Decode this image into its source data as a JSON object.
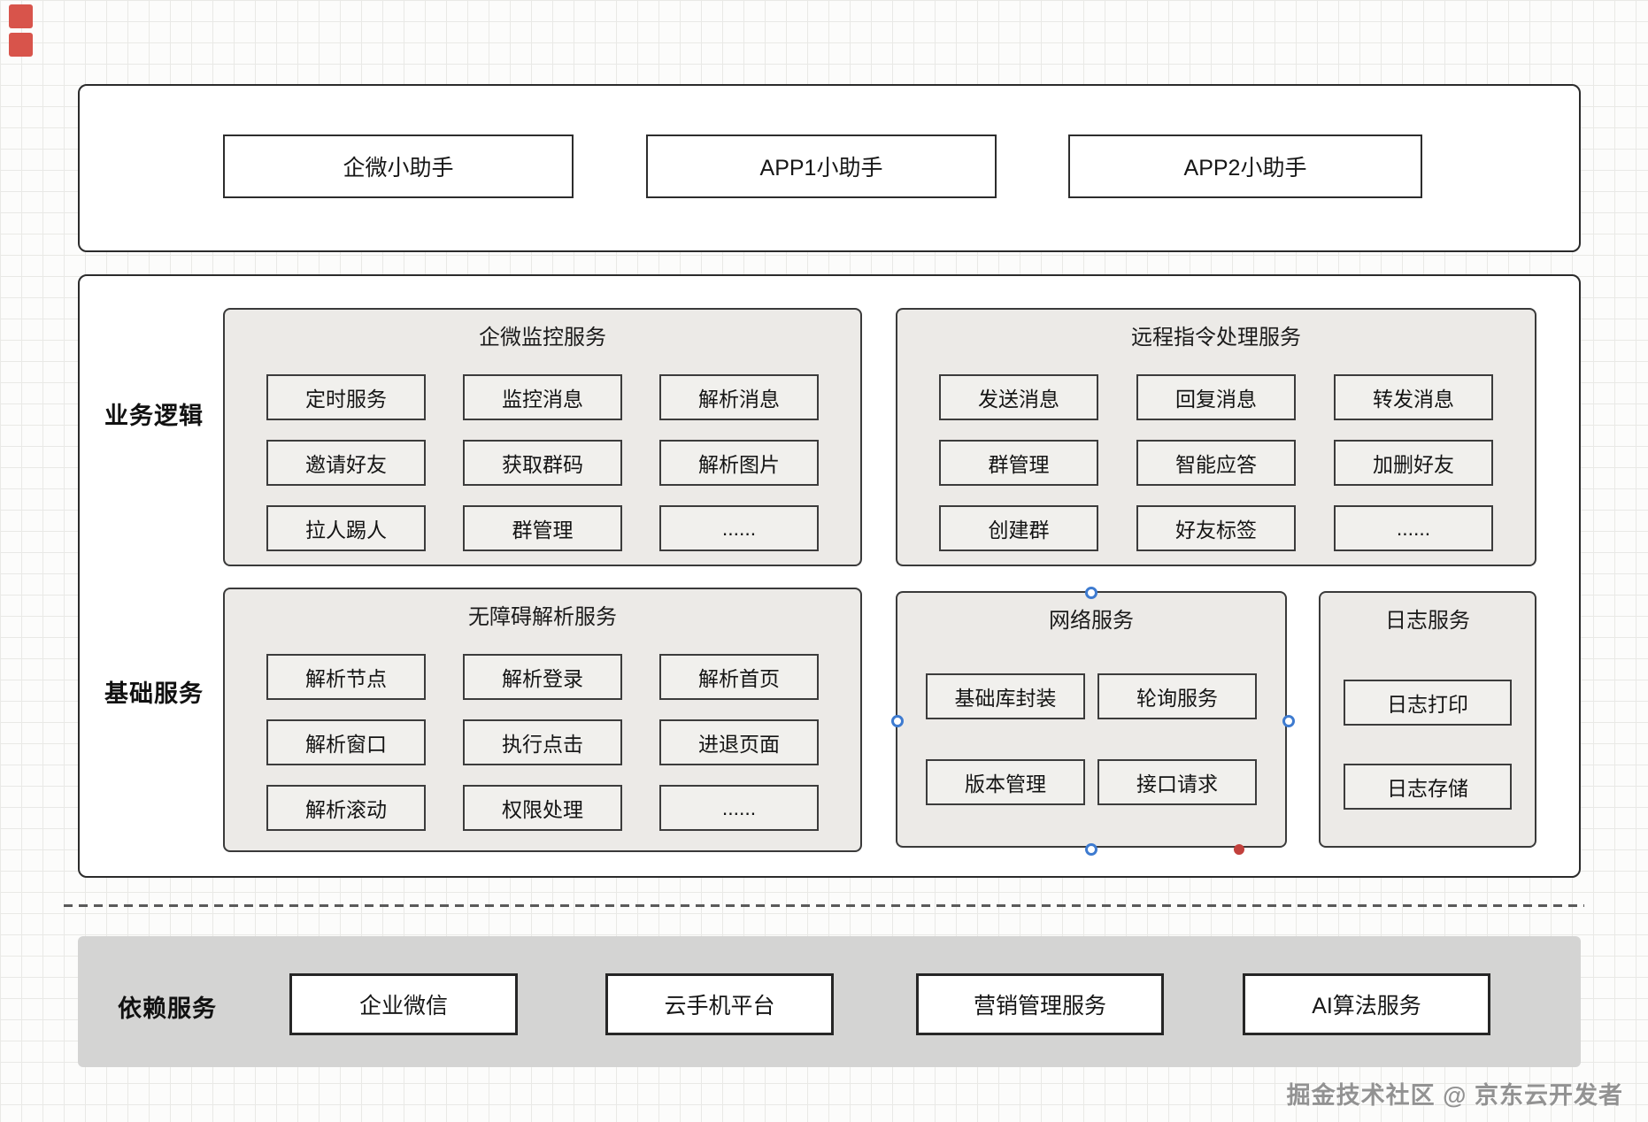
{
  "top_section": {
    "items": [
      "企微小助手",
      "APP1小助手",
      "APP2小助手"
    ]
  },
  "main_section": {
    "row_labels": [
      "业务逻辑",
      "基础服务"
    ],
    "panels": [
      {
        "title": "企微监控服务",
        "items": [
          "定时服务",
          "监控消息",
          "解析消息",
          "邀请好友",
          "获取群码",
          "解析图片",
          "拉人踢人",
          "群管理",
          "......"
        ]
      },
      {
        "title": "远程指令处理服务",
        "items": [
          "发送消息",
          "回复消息",
          "转发消息",
          "群管理",
          "智能应答",
          "加删好友",
          "创建群",
          "好友标签",
          "......"
        ]
      },
      {
        "title": "无障碍解析服务",
        "items": [
          "解析节点",
          "解析登录",
          "解析首页",
          "解析窗口",
          "执行点击",
          "进退页面",
          "解析滚动",
          "权限处理",
          "......"
        ]
      },
      {
        "title": "网络服务",
        "items": [
          "基础库封装",
          "轮询服务",
          "版本管理",
          "接口请求"
        ]
      },
      {
        "title": "日志服务",
        "items": [
          "日志打印",
          "日志存储"
        ]
      }
    ]
  },
  "dependency_section": {
    "label": "依赖服务",
    "items": [
      "企业微信",
      "云手机平台",
      "营销管理服务",
      "AI算法服务"
    ]
  },
  "watermark": "掘金技术社区 @ 京东云开发者",
  "colors": {
    "selection_handle": "#3E7BD0",
    "connection_dot": "#C2403C",
    "corner_shape": "#D8544B",
    "panel_bg": "#ECEAE7",
    "dependency_band_bg": "#D4D4D3"
  }
}
